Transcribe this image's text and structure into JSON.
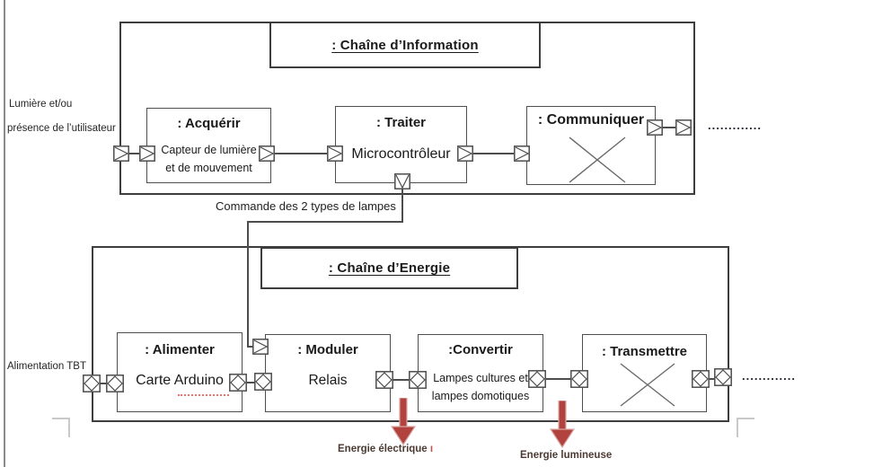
{
  "info": {
    "title": ": Chaîne d’Information",
    "input_label_line1": "Lumière et/ou",
    "input_label_line2": "présence de l’utilisateur",
    "command_label": "Commande des 2 types de lampes",
    "dots": ".............",
    "acquerir": {
      "title": ": Acquérir",
      "body_line1": "Capteur de lumière",
      "body_line2": "et de mouvement"
    },
    "traiter": {
      "title": ": Traiter",
      "body": "Microcontrôleur"
    },
    "communiquer": {
      "title": ": Communiquer"
    }
  },
  "energy": {
    "title": ": Chaîne d’Energie",
    "input_label": "Alimentation TBT",
    "dots": ".............",
    "alimenter": {
      "title": ": Alimenter",
      "body": "Carte Arduino"
    },
    "moduler": {
      "title": ": Moduler",
      "body": "Relais"
    },
    "convertir": {
      "title": ":Convertir",
      "body_line1": "Lampes cultures et",
      "body_line2": "lampes domotiques"
    },
    "transmettre": {
      "title": ": Transmettre"
    }
  },
  "outputs": {
    "electric_label": "Energie électrique",
    "electric_mark": "ı",
    "light_label": "Energie lumineuse"
  },
  "colors": {
    "line": "#4d4d4d",
    "arrow_red": "#b2423e",
    "arrow_red_light": "#d9a7a5",
    "squiggle_red": "#f07070",
    "corner_mark_gray": "#c9c9c9",
    "output_text": "#4c3a33"
  }
}
